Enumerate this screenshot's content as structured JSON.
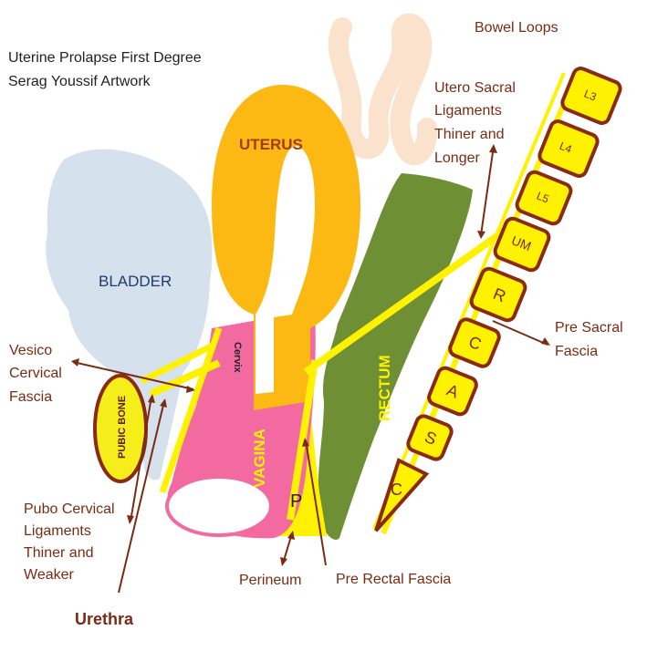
{
  "title": {
    "line1": "Uterine Prolapse First Degree",
    "line2": "Serag Youssif Artwork"
  },
  "organs": {
    "uterus": "UTERUS",
    "cervix": "Cervix",
    "bladder": "BLADDER",
    "vagina": "VAGINA",
    "rectum": "RECTUM",
    "pubic_bone": "PUBIC BONE",
    "perineum_body": "P"
  },
  "labels": {
    "bowel_loops": "Bowel Loops",
    "utero_sacral": [
      "Utero Sacral",
      "Ligaments",
      "Thiner and",
      "Longer"
    ],
    "vesico_cervical": [
      "Vesico",
      "Cervical",
      "Fascia"
    ],
    "pre_sacral": [
      "Pre Sacral",
      "Fascia"
    ],
    "pubo_cervical": [
      "Pubo Cervical",
      "Ligaments",
      "Thiner and",
      "Weaker"
    ],
    "urethra": "Urethra",
    "perineum": "Perineum",
    "pre_rectal": "Pre Rectal Fascia"
  },
  "vertebrae": [
    "L3",
    "L4",
    "L5",
    "UM",
    "R",
    "C",
    "A",
    "S",
    "C"
  ],
  "colors": {
    "uterus": "#FDB913",
    "bladder": "#D6E1EE",
    "vagina": "#F36AA0",
    "rectum": "#6F8F35",
    "pubic_bone": "#F6EE1B",
    "vertebra_fill": "#FFF200",
    "vertebra_border": "#8A2A0E",
    "label": "#7A2B12",
    "bowel": "#FBE2CC"
  }
}
